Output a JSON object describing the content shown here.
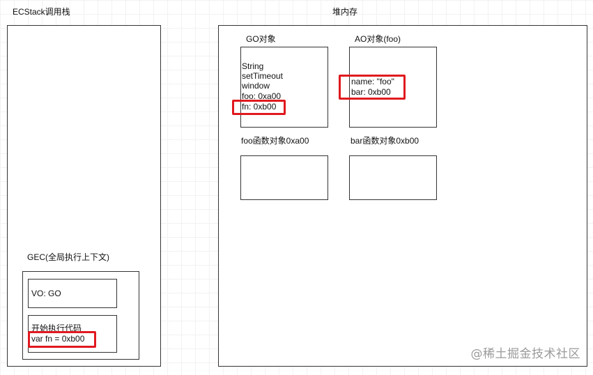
{
  "ecstack": {
    "title": "ECStack调用栈",
    "gec": {
      "title": "GEC(全局执行上下文)",
      "vo": "VO: GO",
      "code": {
        "line1": "开始执行代码",
        "line2": "var fn = 0xb00"
      }
    }
  },
  "heap": {
    "title": "堆内存",
    "go": {
      "title": "GO对象",
      "lines": [
        "String",
        "setTimeout",
        "window",
        "foo: 0xa00",
        "fn: 0xb00"
      ]
    },
    "ao": {
      "title": "AO对象(foo)",
      "lines": [
        "name: \"foo\"",
        "bar: 0xb00"
      ]
    },
    "foo_fn": {
      "title": "foo函数对象0xa00"
    },
    "bar_fn": {
      "title": "bar函数对象0xb00"
    }
  },
  "watermark": "@稀土掘金技术社区",
  "colors": {
    "highlight": "#e0191f",
    "border": "#333333"
  }
}
